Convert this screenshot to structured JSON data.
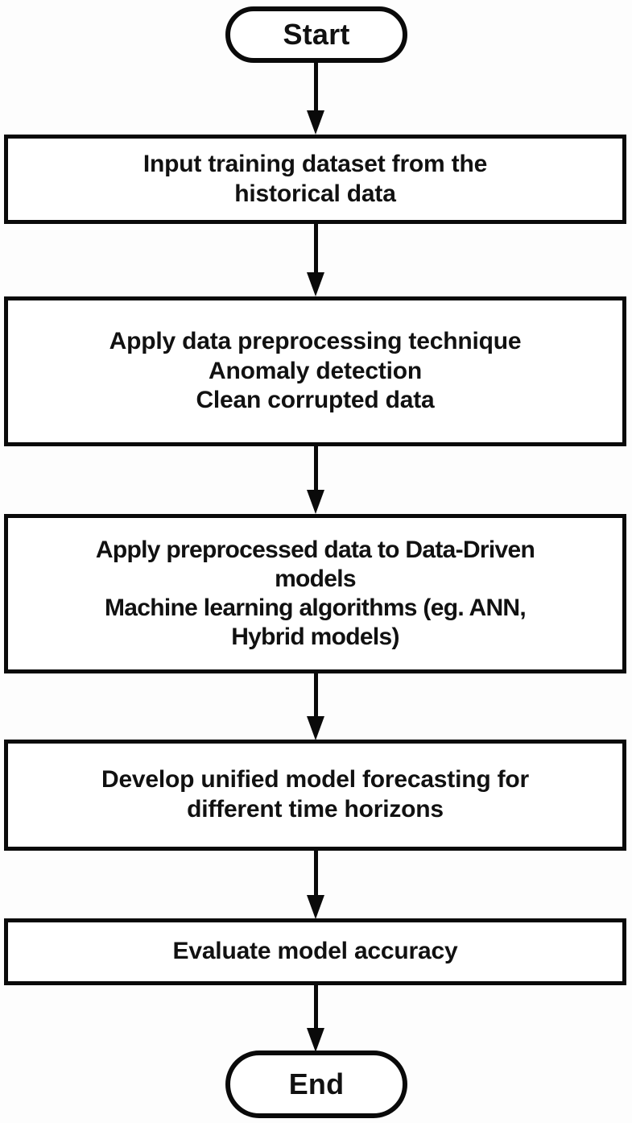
{
  "diagram": {
    "title": "Data-driven forecasting model development flowchart",
    "type": "flowchart",
    "orientation": "top-to-bottom",
    "background_color": "#fdfdfd",
    "stroke_color": "#0a0a0a",
    "text_color": "#111111",
    "fill_color": "#ffffff",
    "nodes": [
      {
        "id": "start",
        "shape": "terminal",
        "label": "Start"
      },
      {
        "id": "input-data",
        "shape": "process",
        "label": "Input training dataset from the\nhistorical data"
      },
      {
        "id": "preprocess",
        "shape": "process",
        "label": "Apply data preprocessing technique\nAnomaly detection\nClean corrupted data"
      },
      {
        "id": "data-driven-models",
        "shape": "process",
        "label": "Apply preprocessed data to Data-Driven\nmodels\nMachine learning algorithms (eg. ANN,\nHybrid models)"
      },
      {
        "id": "unified-model",
        "shape": "process",
        "label": "Develop unified model forecasting for\ndifferent time horizons"
      },
      {
        "id": "evaluate",
        "shape": "process",
        "label": "Evaluate model accuracy"
      },
      {
        "id": "end",
        "shape": "terminal",
        "label": "End"
      }
    ],
    "edges": [
      {
        "id": "edge-start-input",
        "from": "start",
        "to": "input-data",
        "label": "",
        "arrow": "down"
      },
      {
        "id": "edge-input-preprocess",
        "from": "input-data",
        "to": "preprocess",
        "label": "",
        "arrow": "down"
      },
      {
        "id": "edge-preprocess-models",
        "from": "preprocess",
        "to": "data-driven-models",
        "label": "",
        "arrow": "down"
      },
      {
        "id": "edge-models-unified",
        "from": "data-driven-models",
        "to": "unified-model",
        "label": "",
        "arrow": "down"
      },
      {
        "id": "edge-unified-evaluate",
        "from": "unified-model",
        "to": "evaluate",
        "label": "",
        "arrow": "down"
      },
      {
        "id": "edge-evaluate-end",
        "from": "evaluate",
        "to": "end",
        "label": "",
        "arrow": "down"
      }
    ]
  }
}
